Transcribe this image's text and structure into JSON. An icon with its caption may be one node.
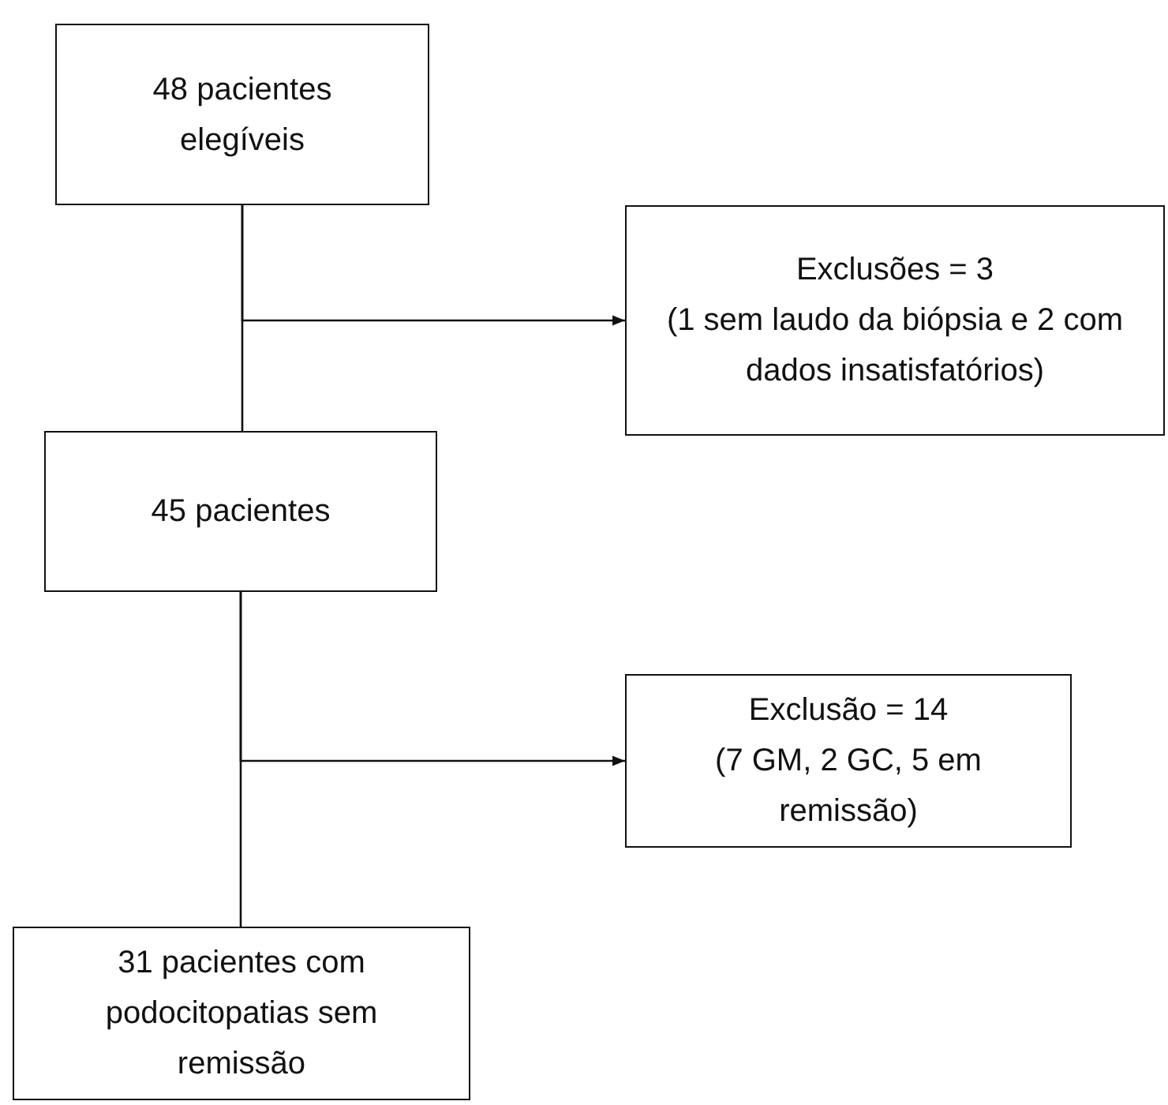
{
  "diagram": {
    "nodes": [
      {
        "text": [
          "48 pacientes elegíveis"
        ]
      },
      {
        "text": [
          "Exclusões = 3",
          "(1 sem laudo da biópsia e 2 com dados insatisfatórios)"
        ]
      },
      {
        "text": [
          "45 pacientes"
        ]
      },
      {
        "text": [
          "Exclusão = 14",
          "(7 GM, 2 GC, 5 em remissão)"
        ]
      },
      {
        "text": [
          "31 pacientes com podocitopatias sem remissão"
        ]
      }
    ],
    "edges": [
      {
        "from": 0,
        "to": 2,
        "arrow": "none"
      },
      {
        "from": 0,
        "to": 1,
        "arrow": "to"
      },
      {
        "from": 2,
        "to": 4,
        "arrow": "none"
      },
      {
        "from": 2,
        "to": 3,
        "arrow": "to"
      }
    ]
  }
}
